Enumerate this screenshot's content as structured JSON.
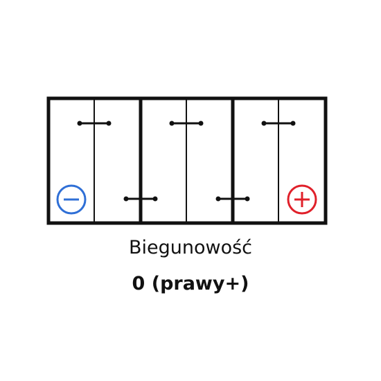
{
  "battery_layout": {
    "negative_terminal": {
      "symbol": "−",
      "icon": "minus-circle-icon",
      "color": "#2f6fd6"
    },
    "positive_terminal": {
      "symbol": "+",
      "icon": "plus-circle-icon",
      "color": "#e0202a"
    },
    "outline_color": "#111111",
    "cell_count": 6
  },
  "caption": {
    "label": "Biegunowość",
    "value": "0 (prawy+)"
  }
}
